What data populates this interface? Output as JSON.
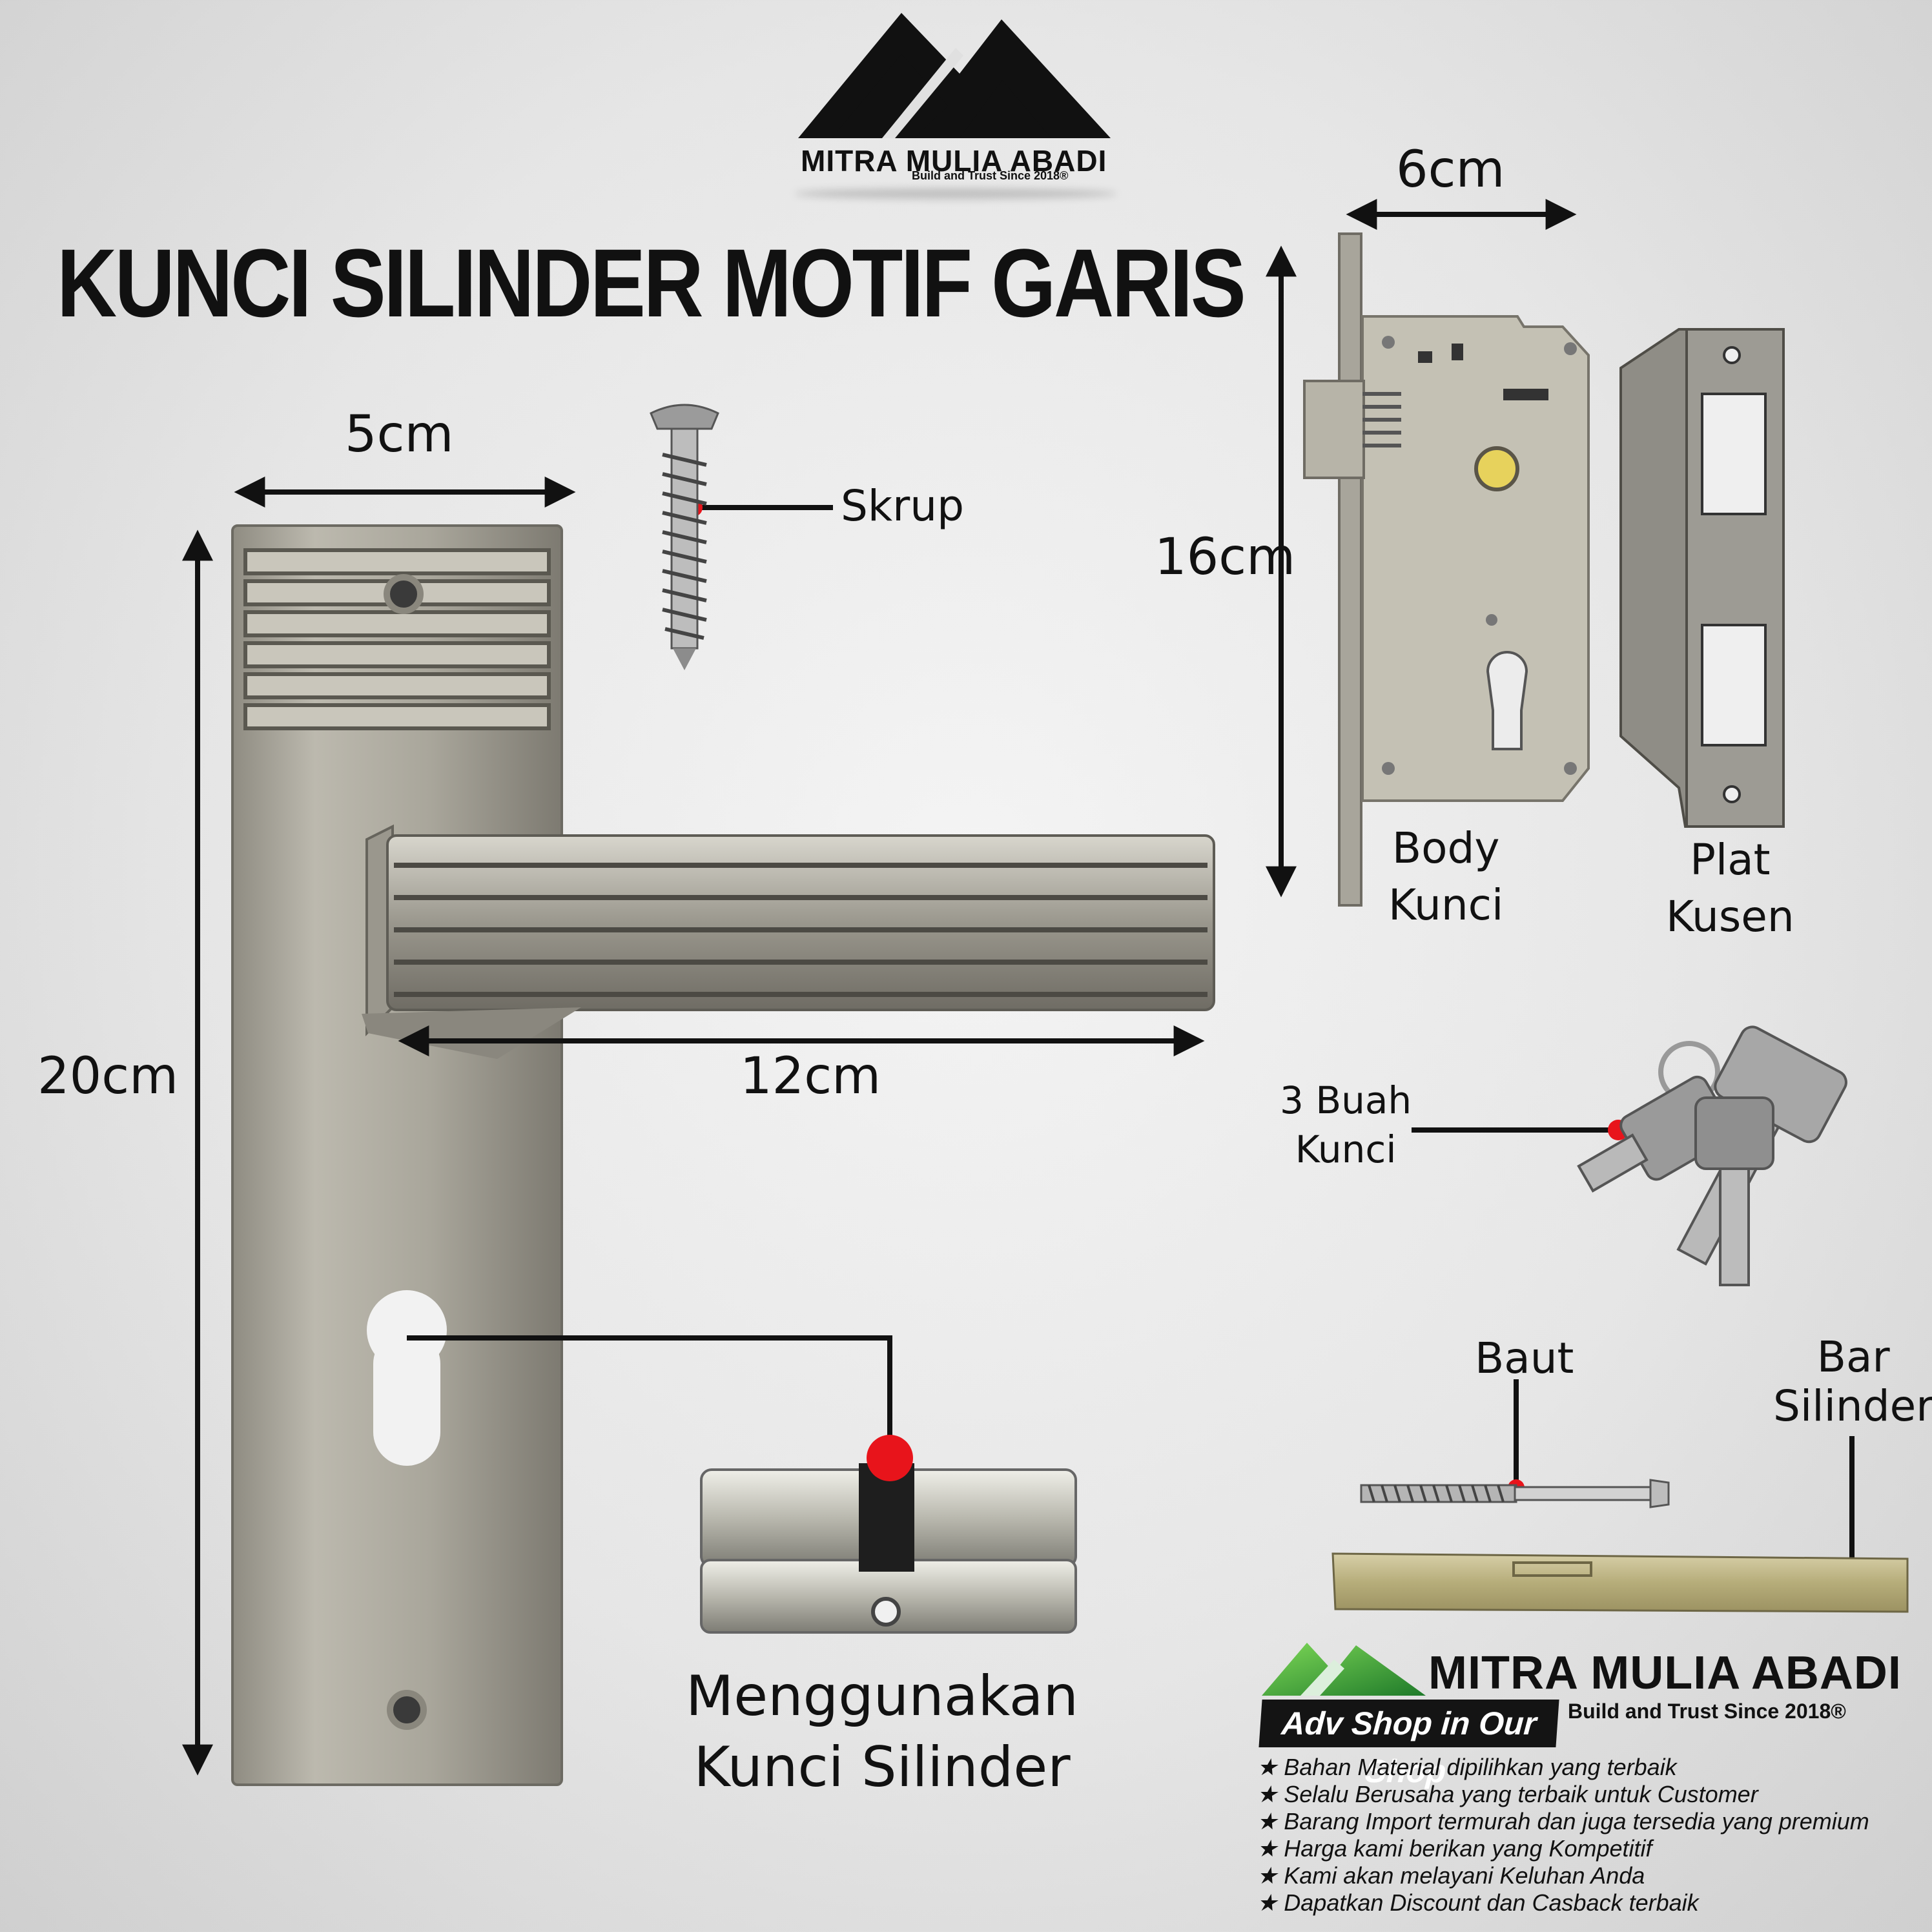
{
  "brand": {
    "name": "MITRA MULIA ABADI",
    "tagline": "Build and Trust Since 2018",
    "registered": "®"
  },
  "title": "KUNCI SILINDER MOTIF GARIS",
  "dimensions": {
    "handle_width": "5cm",
    "handle_height": "20cm",
    "lever_length": "12cm",
    "body_width": "6cm",
    "body_height": "16cm"
  },
  "labels": {
    "screw": "Skrup",
    "body_line1": "Body",
    "body_line2": "Kunci",
    "plate_line1": "Plat",
    "plate_line2": "Kusen",
    "keys_line1": "3 Buah",
    "keys_line2": "Kunci",
    "bolt": "Baut",
    "bar_line1": "Bar",
    "bar_line2": "Silinder",
    "cylinder_line1": "Menggunakan",
    "cylinder_line2": "Kunci Silinder"
  },
  "footer": {
    "brand_name": "MITRA MULIA ABADI",
    "badge": "Adv Shop in Our Shop",
    "tagline": "Build and Trust Since 2018",
    "registered": "®",
    "bullets": [
      "★ Bahan Material dipilihkan yang terbaik",
      "★ Selalu Berusaha yang terbaik untuk Customer",
      "★ Barang Import termurah dan juga tersedia yang premium",
      "★ Harga kami berikan yang Kompetitif",
      "★ Kami akan melayani Keluhan Anda",
      "★ Dapatkan Discount dan Casback terbaik"
    ]
  },
  "colors": {
    "accent_red": "#e8141b",
    "text": "#111111",
    "metal": "#b4b2a8",
    "logo_green": "#3aa53a"
  }
}
